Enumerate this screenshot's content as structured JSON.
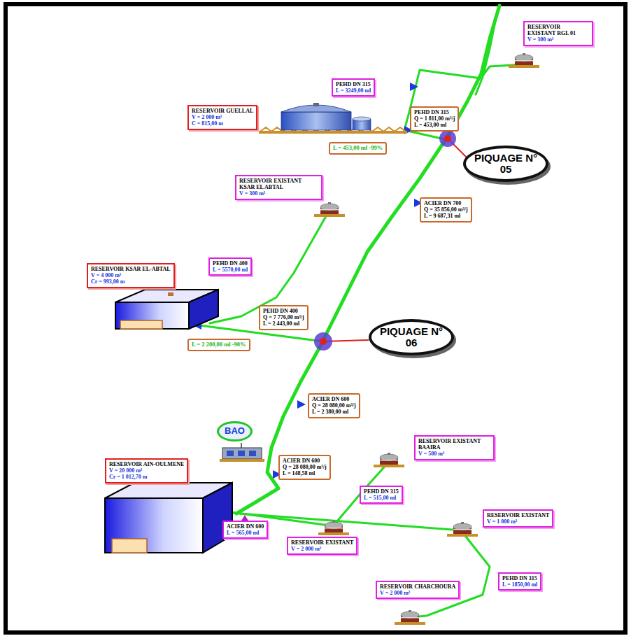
{
  "diagram": {
    "nodes": [
      {
        "text": [
          "RESERVOIR EXISTANT RGL 01",
          "V = 300 m³"
        ]
      },
      {
        "text": [
          "PEHD DN 315",
          "L = 3249,00 ml"
        ]
      },
      {
        "text": [
          "RESERVOIR GUELLAL",
          "V = 2 000 m³",
          "C = 815,00 m"
        ]
      },
      {
        "text": [
          "PEHD DN 315",
          "Q = 1 811,00 m³/j",
          "L = 453,00 ml"
        ]
      },
      {
        "text": [
          "L = 453,00 ml -99%"
        ]
      },
      {
        "text": [
          "PIQUAGE N° 05"
        ]
      },
      {
        "text": [
          "RESERVOIR EXISTANT KSAR EL ABTAL",
          "V = 300 m³"
        ]
      },
      {
        "text": [
          "ACIER DN 700",
          "Q = 35 856,00 m³/j",
          "L = 9 687,31 ml"
        ]
      },
      {
        "text": [
          "PEHD DN 400",
          "L = 5570,00 ml"
        ]
      },
      {
        "text": [
          "RESERVOIR KSAR EL-ABTAL",
          "V = 4 000 m³",
          "Cr = 993,00 m"
        ]
      },
      {
        "text": [
          "PEHD DN 400",
          "Q = 7 776,00 m³/j",
          "L = 2 443,00 ml"
        ]
      },
      {
        "text": [
          "L = 2 200,00 ml -90%"
        ]
      },
      {
        "text": [
          "PIQUAGE N° 06"
        ]
      },
      {
        "text": [
          "ACIER DN 600",
          "Q = 28 080,00 m³/j",
          "L = 2 380,00 ml"
        ]
      },
      {
        "text": [
          "BAO"
        ]
      },
      {
        "text": [
          "ACIER DN 600",
          "Q = 28 080,00 m³/j",
          "L = 148,58 ml"
        ]
      },
      {
        "text": [
          "RESERVOIR AIN-OULMENE",
          "V = 20 000 m³",
          "Cr = 1 012,70 m"
        ]
      },
      {
        "text": [
          "RESERVOIR EXISTANT BAAIRA",
          "V = 500 m³"
        ]
      },
      {
        "text": [
          "PEHD DN 315",
          "L = 515,00 ml"
        ]
      },
      {
        "text": [
          "RESERVOIR EXISTANT",
          "V = 1 000 m³"
        ]
      },
      {
        "text": [
          "ACIER DN 600",
          "L = 565,00 ml"
        ]
      },
      {
        "text": [
          "RESERVOIR EXISTANT",
          "V = 2 000 m³"
        ]
      },
      {
        "text": [
          "PEHD DN 315",
          "L = 1850,00 ml"
        ]
      },
      {
        "text": [
          "RESERVOIR CHARCHOURA",
          "V = 2 000 m³"
        ]
      }
    ]
  }
}
